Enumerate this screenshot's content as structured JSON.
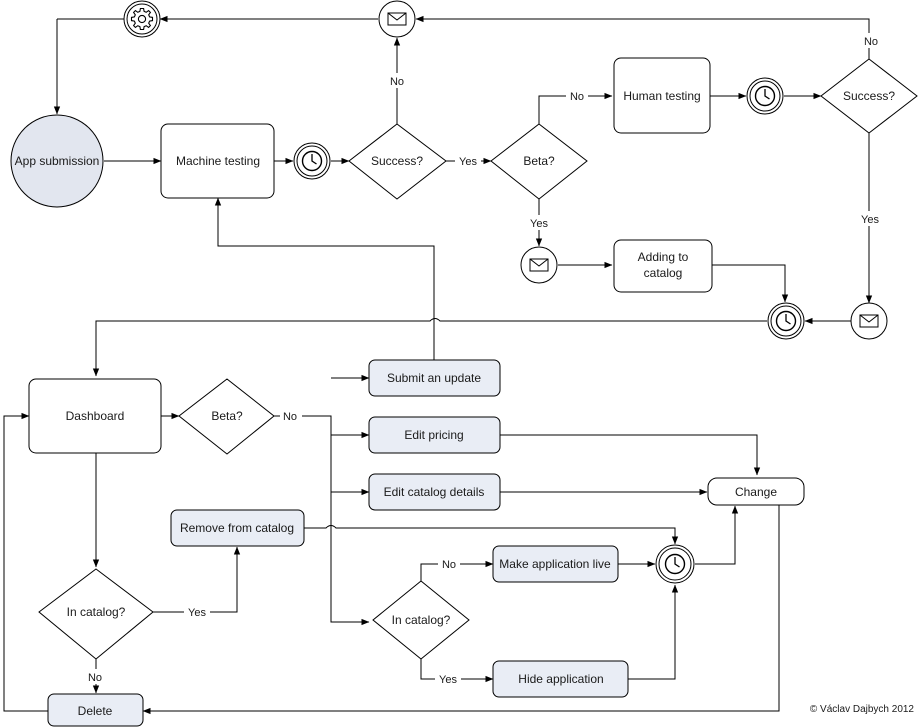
{
  "colors": {
    "task_fill": "#ffffff",
    "action_fill": "#e9edf5",
    "start_fill": "#e2e6ef",
    "event_fill": "#ffffff",
    "stroke": "#000000"
  },
  "nodes": {
    "app_submission": "App submission",
    "machine_testing": "Machine testing",
    "success_1": "Success?",
    "beta_1": "Beta?",
    "human_testing": "Human testing",
    "success_2": "Success?",
    "adding_to_catalog_line1": "Adding to",
    "adding_to_catalog_line2": "catalog",
    "dashboard": "Dashboard",
    "beta_2": "Beta?",
    "submit_update": "Submit an update",
    "edit_pricing": "Edit pricing",
    "edit_catalog_details": "Edit catalog details",
    "change": "Change",
    "remove_from_catalog": "Remove from catalog",
    "make_application_live": "Make application live",
    "in_catalog_1": "In catalog?",
    "in_catalog_2": "In catalog?",
    "hide_application": "Hide application",
    "delete": "Delete"
  },
  "labels": {
    "no": "No",
    "yes": "Yes"
  },
  "icons": {
    "settings": "gear-icon",
    "message": "envelope-icon",
    "timer": "clock-icon"
  },
  "copyright": "© Václav Dajbych 2012"
}
